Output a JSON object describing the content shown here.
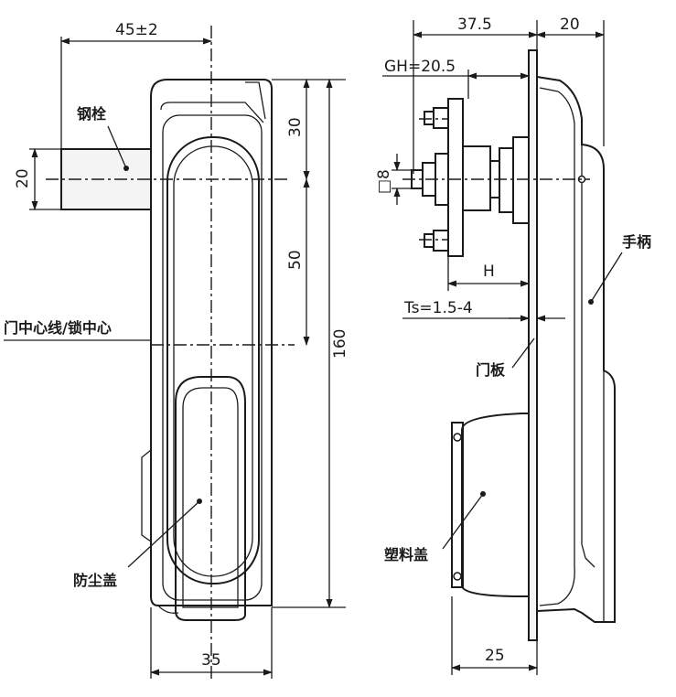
{
  "front_view": {
    "dim_width_top": "45±2",
    "dim_bolt_height": "20",
    "dim_upper": "30",
    "dim_middle": "50",
    "dim_total_height": "160",
    "dim_width_bottom": "35",
    "label_bolt": "钢栓",
    "label_center_line": "门中心线/锁中心",
    "label_dust_cover": "防尘盖"
  },
  "side_view": {
    "dim_depth_front": "37.5",
    "dim_depth_back": "20",
    "dim_gh": "GH=20.5",
    "dim_square": "□8",
    "dim_h": "H",
    "dim_ts": "Ts=1.5-4",
    "dim_bottom": "25",
    "label_handle": "手柄",
    "label_door_panel": "门板",
    "label_plastic_cover": "塑料盖"
  }
}
